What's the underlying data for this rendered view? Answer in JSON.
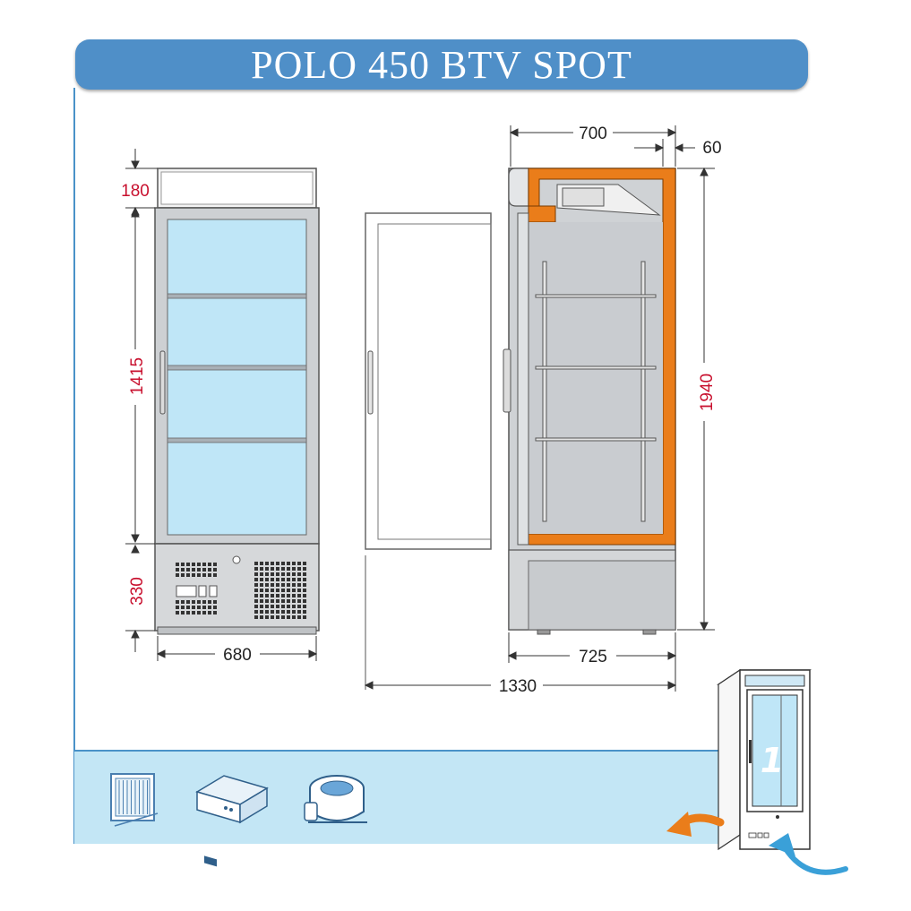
{
  "title": "POLO 450 BTV SPOT",
  "front_view": {
    "dim_top": "180",
    "dim_door": "1415",
    "dim_base": "330",
    "dim_width": "680"
  },
  "side_view": {
    "dim_depth_top": "700",
    "dim_offset": "60",
    "dim_height": "1940",
    "dim_depth_bottom": "725",
    "dim_door_open": "1330"
  },
  "thumbnail": {
    "number": "1"
  },
  "colors": {
    "title_bar": "#4f8fc8",
    "glass": "#bfe6f7",
    "insulation": "#ea7d1a",
    "dimension_text_red": "#c8102e",
    "footer_band": "#c3e6f5",
    "airflow_arrow": "#3aa0d8",
    "frame_border": "#4a92c8"
  },
  "icons": [
    "evaporator-grid-icon",
    "controller-unit-icon",
    "compressor-icon"
  ]
}
